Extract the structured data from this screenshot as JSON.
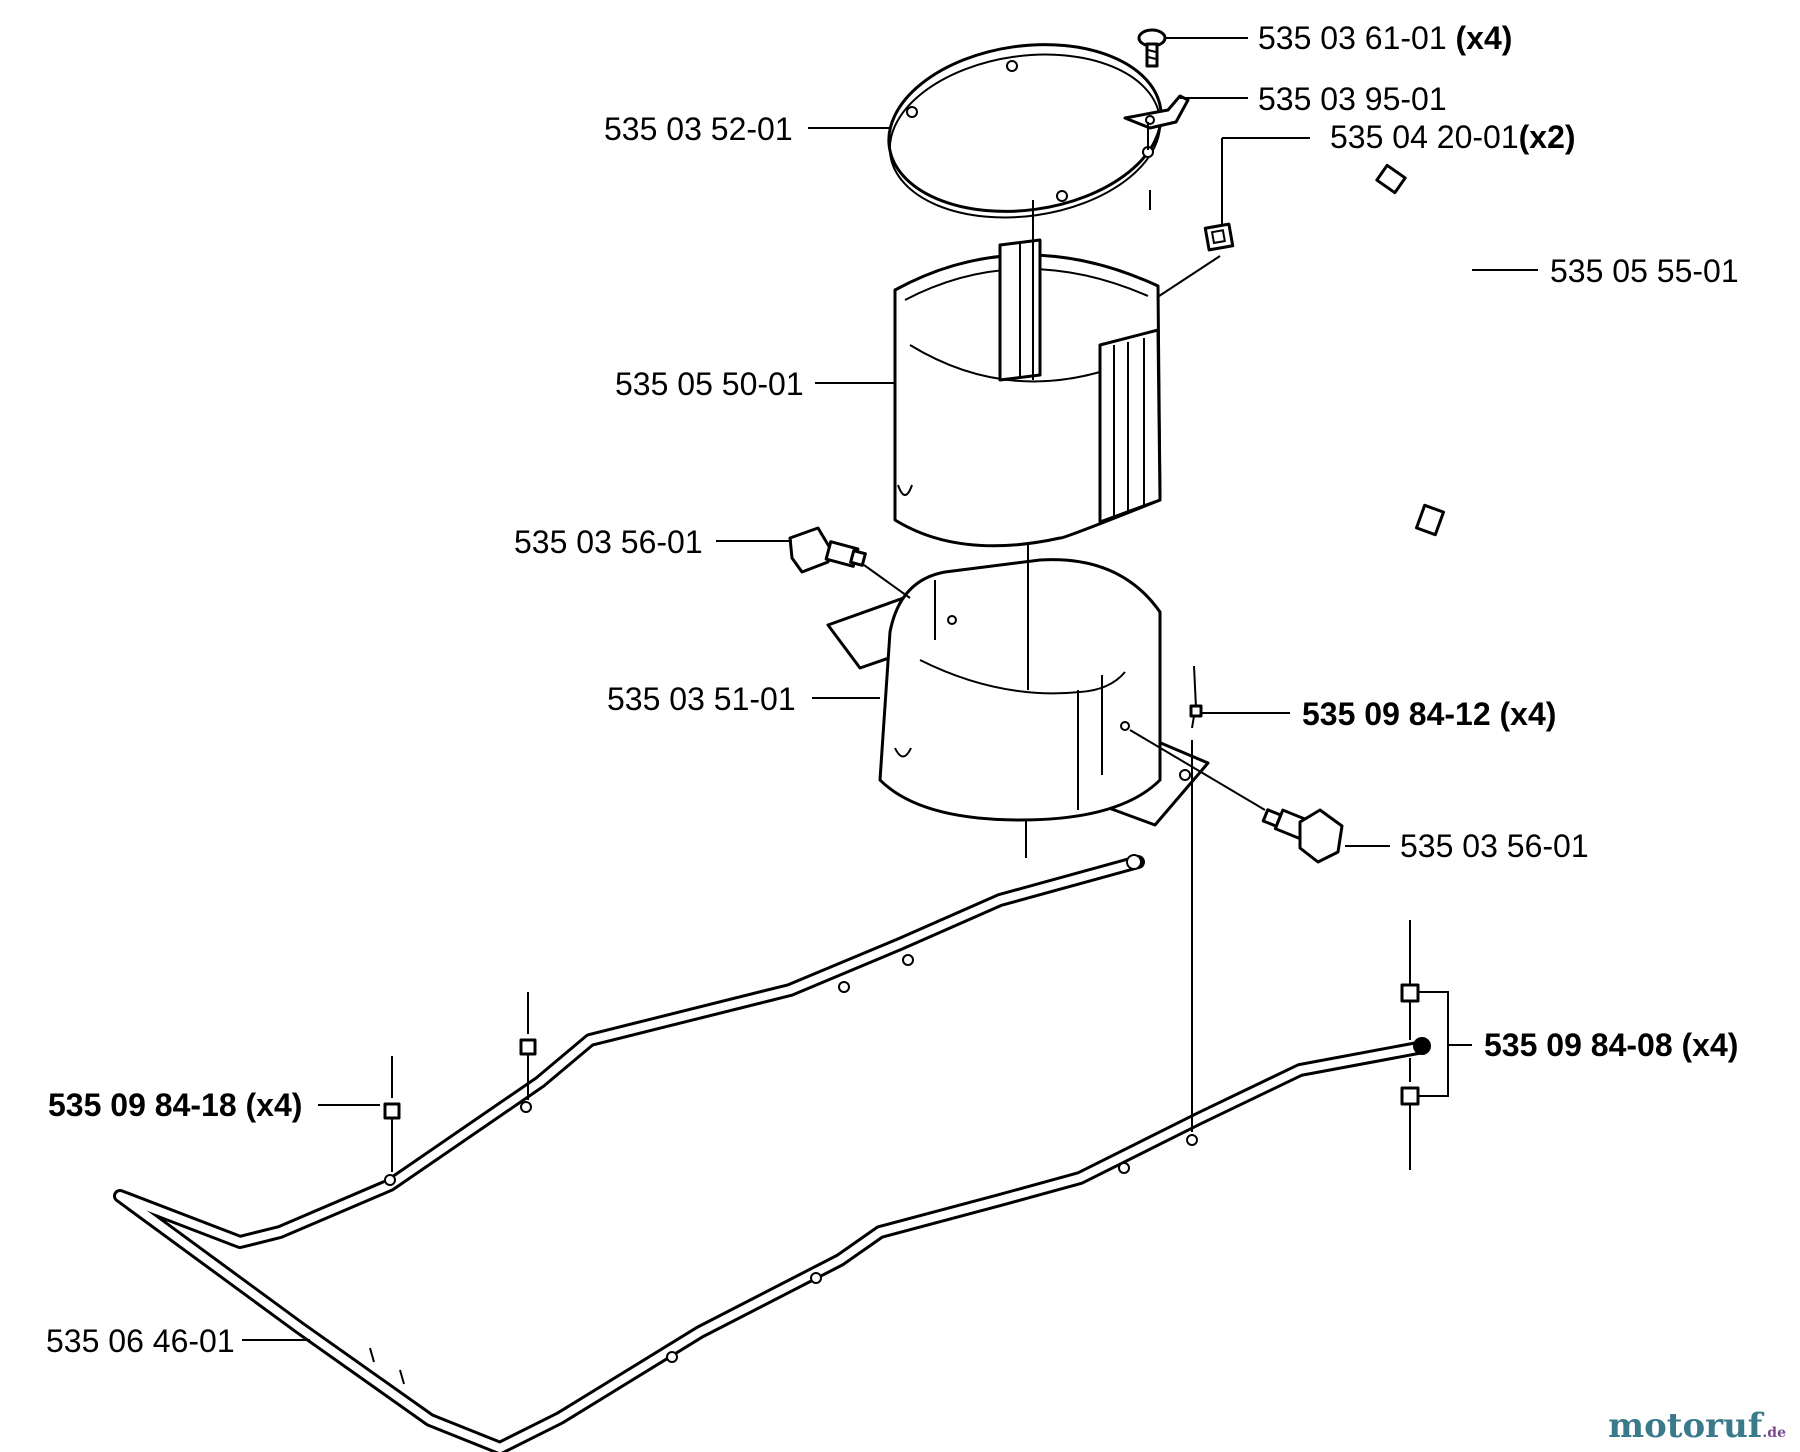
{
  "labels": {
    "screw_top": "535 03 61-01",
    "screw_top_qty": "(x4)",
    "bracket": "535 03 95-01",
    "nut": "535 04 20-01",
    "nut_qty": "(x2)",
    "lid": "535 03 52-01",
    "cable": "535 05 55-01",
    "cylinder": "535 05 50-01",
    "knob_left": "535 03 56-01",
    "base": "535 03 51-01",
    "rivet_12": "535 09 84-12 (x4)",
    "knob_right": "535 03 56-01",
    "rivet_08": "535 09 84-08 (x4)",
    "rivet_18": "535 09 84-18 (x4)",
    "handle": "535 06 46-01"
  },
  "watermark": {
    "text": "motoruf",
    "tld": ".de"
  }
}
